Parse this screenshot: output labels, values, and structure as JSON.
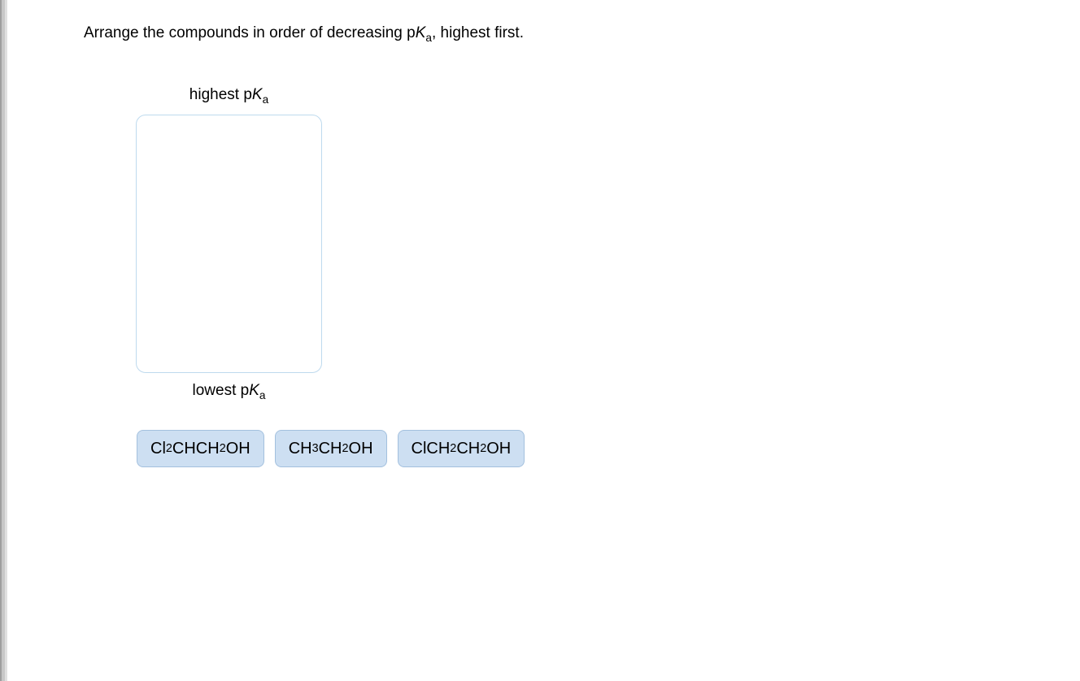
{
  "window": {
    "background": "#ffffff",
    "left_edge_border_colors": [
      "#9e9e9e",
      "#c7c7c7",
      "#e0e0e0"
    ]
  },
  "question": {
    "prompt": "Arrange the compounds in order of decreasing p*K*_a_, highest first."
  },
  "sort_area": {
    "top_label": "highest p*K*_a_",
    "bottom_label": "lowest p*K*_a_",
    "dropzone_border_color": "#bedaee"
  },
  "chips": {
    "fill_color": "#cddff2",
    "border_color": "#a3c0de",
    "items": [
      {
        "formula": "Cl_2_CHCH_2_OH"
      },
      {
        "formula": "CH_3_CH_2_OH"
      },
      {
        "formula": "ClCH_2_CH_2_OH"
      }
    ]
  }
}
